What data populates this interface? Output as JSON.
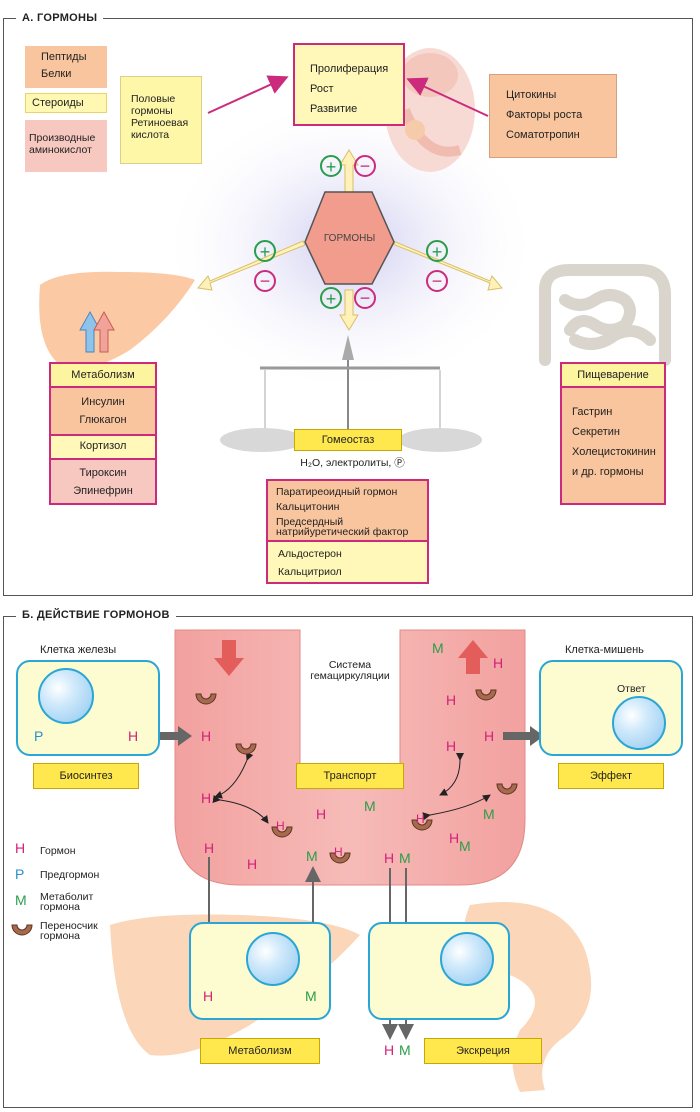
{
  "panelA": {
    "title": "А. ГОРМОНЫ",
    "legend": {
      "peptides": "Пептиды",
      "proteins": "Белки",
      "steroids": "Стероиды",
      "amino": "Производные аминокислот"
    },
    "sex_box": {
      "l1": "Половые",
      "l2": "гормоны",
      "l3": "Ретиноевая",
      "l4": "кислота"
    },
    "prolif": {
      "l1": "Пролиферация",
      "l2": "Рост",
      "l3": "Развитие"
    },
    "cyto": {
      "l1": "Цитокины",
      "l2": "Факторы роста",
      "l3": "Соматотропин"
    },
    "center": "ГОРМОНЫ",
    "metab": {
      "title": "Метаболизм",
      "l1": "Инсулин",
      "l2": "Глюкагон",
      "l3": "Кортизол",
      "l4": "Тироксин",
      "l5": "Эпинефрин"
    },
    "digest": {
      "title": "Пищеварение",
      "l1": "Гастрин",
      "l2": "Секретин",
      "l3": "Холецистокинин",
      "l4": "и др. гормоны"
    },
    "homeo": {
      "title": "Гомеостаз",
      "sub": "H₂O, электролиты, Ⓟ",
      "l1": "Паратиреоидный гормон",
      "l2": "Кальцитонин",
      "l3": "Предсердный",
      "l4": "натрийуретический фактор",
      "l5": "Альдостерон",
      "l6": "Кальцитриол"
    },
    "plus": "+",
    "minus": "−"
  },
  "panelB": {
    "title": "Б. ДЕЙСТВИЕ ГОРМОНОВ",
    "gland": "Клетка железы",
    "target": "Клетка-мишень",
    "system": {
      "l1": "Система",
      "l2": "гемациркуляции"
    },
    "answer": "Ответ",
    "biosynth": "Биосинтез",
    "transport": "Транспорт",
    "effect": "Эффект",
    "metab": "Метаболизм",
    "excr": "Экскреция",
    "H": "H",
    "M": "M",
    "P": "P",
    "legend": {
      "hormone": "Гормон",
      "prehormone": "Предгормон",
      "metab1": "Метаболит",
      "metab2": "гормона",
      "carrier1": "Переносчик",
      "carrier2": "гормона"
    }
  },
  "colors": {
    "magenta": "#cc2b7d",
    "yellow": "#ffe84d",
    "pink_vessel": "#f3a9a7",
    "green": "#2a9d4a",
    "blue": "#2aa6d6"
  }
}
